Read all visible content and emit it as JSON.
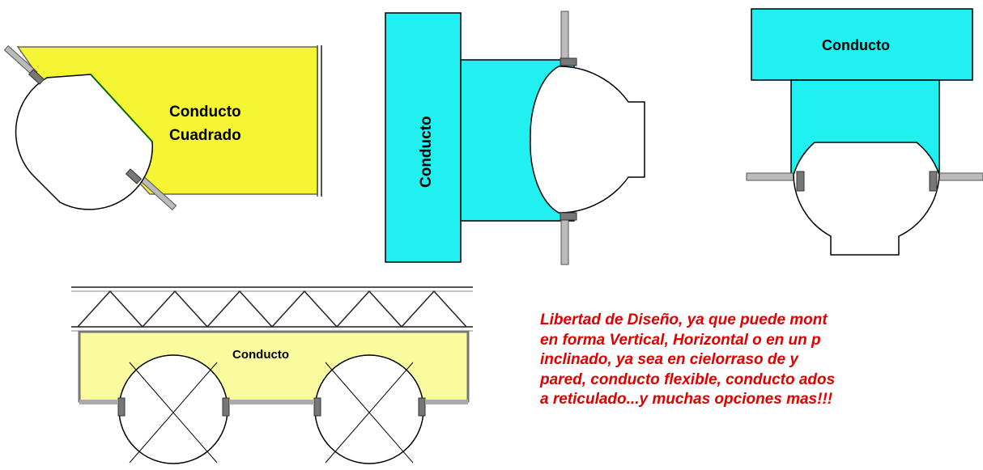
{
  "diagrams": {
    "angled": {
      "label_line1": "Conducto",
      "label_line2": "Cuadrado"
    },
    "vertical": {
      "label": "Conducto"
    },
    "overhead": {
      "label": "Conducto"
    },
    "truss": {
      "label": "Conducto"
    }
  },
  "caption": {
    "lines": [
      "Libertad de Diseño, ya que puede mont",
      "en forma Vertical, Horizontal o en un p",
      "inclinado, ya sea en cielorraso de y",
      "pared, conducto flexible, conducto ados",
      "a reticulado...y muchas opciones mas!!!"
    ]
  },
  "colors": {
    "yellow_duct": "#f5f534",
    "cyan_duct": "#21f0f0",
    "pale_duct": "#fafa9e",
    "caption": "#e00000"
  }
}
